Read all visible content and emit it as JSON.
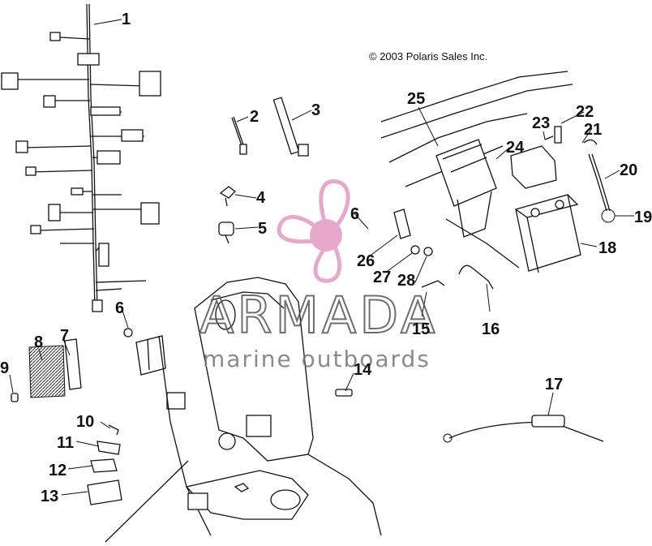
{
  "copyright": "© 2003 Polaris Sales Inc.",
  "watermark": {
    "brand": "ARMADA",
    "tagline": "marine outboards",
    "logo_color": "#e59ac3"
  },
  "callouts": [
    "1",
    "2",
    "3",
    "4",
    "5",
    "6",
    "6",
    "7",
    "8",
    "9",
    "10",
    "11",
    "12",
    "13",
    "14",
    "15",
    "16",
    "17",
    "18",
    "19",
    "20",
    "21",
    "22",
    "23",
    "24",
    "25",
    "26",
    "27",
    "28"
  ]
}
